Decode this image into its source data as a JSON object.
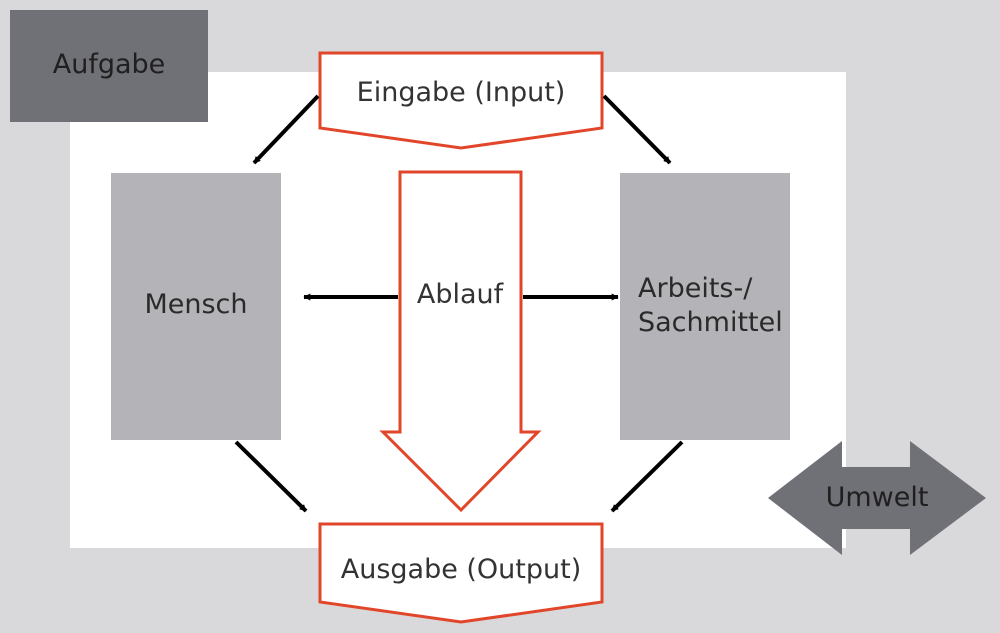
{
  "colors": {
    "outer_background": "#d9d9dc",
    "system_area": "#ffffff",
    "task_box": "#707077",
    "element_box": "#b4b4b8",
    "environment_arrow": "#707077",
    "accent_outline": "#e2462a",
    "arrow": "#000000",
    "text": "#333333"
  },
  "labels": {
    "task": "Aufgabe",
    "input": "Eingabe (Input)",
    "process": "Ablauf",
    "human": "Mensch",
    "equipment_line1": "Arbeits-/",
    "equipment_line2": "Sachmittel",
    "output": "Ausgabe (Output)",
    "environment": "Umwelt"
  }
}
